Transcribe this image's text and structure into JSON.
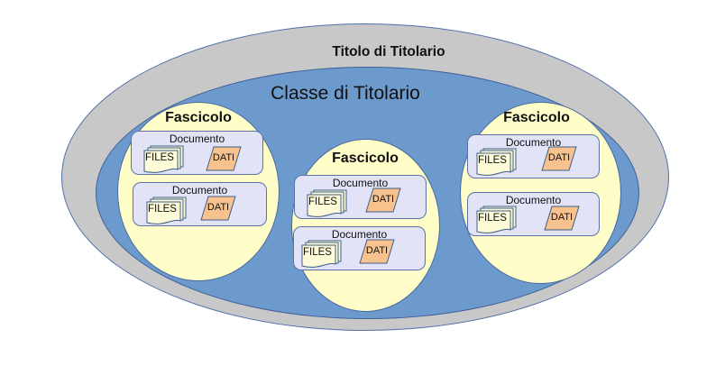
{
  "diagram": {
    "titolo": "Titolo di Titolario",
    "classe": "Classe di Titolario",
    "colors": {
      "titolo_fill": "#c8c8c8",
      "classe_fill": "#6d9acd",
      "fascicolo_fill": "#fffdc8",
      "documento_fill": "#e3e3f8",
      "dati_fill": "#f7c28e",
      "files_fill": "#fdfbd8"
    },
    "fascicoli": [
      {
        "label": "Fascicolo",
        "documenti": [
          {
            "label": "Documento",
            "files": "FILES",
            "dati": "DATI"
          },
          {
            "label": "Documento",
            "files": "FILES",
            "dati": "DATI"
          }
        ]
      },
      {
        "label": "Fascicolo",
        "documenti": [
          {
            "label": "Documento",
            "files": "FILES",
            "dati": "DATI"
          },
          {
            "label": "Documento",
            "files": "FILES",
            "dati": "DATI"
          }
        ]
      },
      {
        "label": "Fascicolo",
        "documenti": [
          {
            "label": "Documento",
            "files": "FILES",
            "dati": "DATI"
          },
          {
            "label": "Documento",
            "files": "FILES",
            "dati": "DATI"
          }
        ]
      }
    ]
  }
}
